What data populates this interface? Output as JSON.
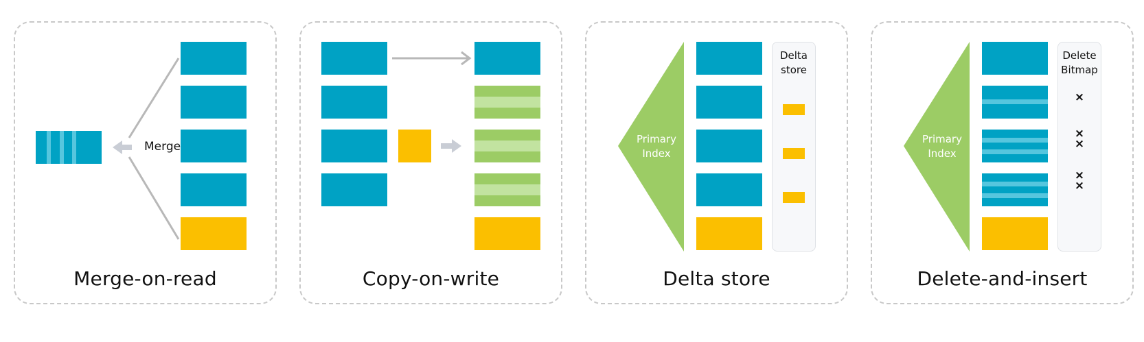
{
  "panels": [
    {
      "caption": "Merge-on-read",
      "merge_label": "Merge"
    },
    {
      "caption": "Copy-on-write"
    },
    {
      "caption": "Delta store",
      "index_label": "Primary\nIndex",
      "store_label": "Delta\nstore"
    },
    {
      "caption": "Delete-and-insert",
      "index_label": "Primary\nIndex",
      "store_label": "Delete\nBitmap",
      "delete_mark": "×"
    }
  ],
  "colors": {
    "block_blue": "#00a2c4",
    "block_yellow": "#fbbf00",
    "block_green": "#9ccc65",
    "stripe_light_blue": "#56c6de",
    "stripe_light_green": "#c2e3a0",
    "index_green": "#9ccc65",
    "arrow_gray": "#c9cdd5",
    "line_gray": "#b8b8b8",
    "store_bg": "#f7f8fa",
    "store_border": "#dfe2e6"
  }
}
